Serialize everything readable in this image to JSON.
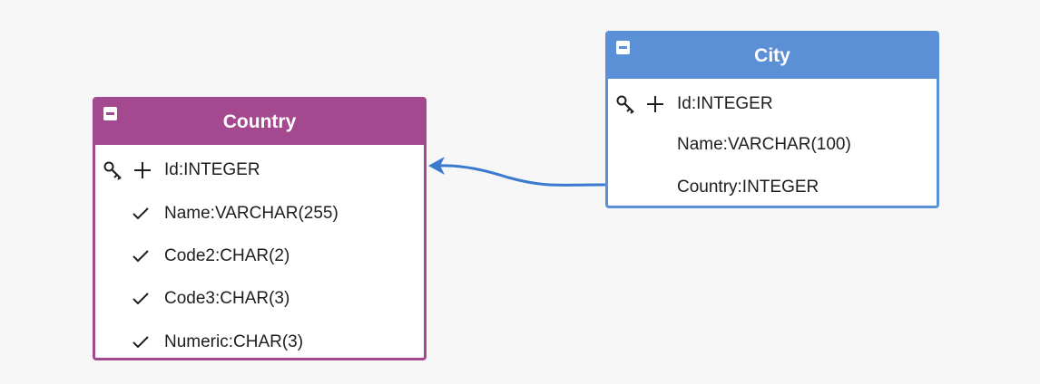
{
  "diagram": {
    "entities": [
      {
        "id": "country",
        "title": "Country",
        "header_color": "#a4498f",
        "fields": [
          {
            "label": "Id:INTEGER",
            "icon": "key-plus"
          },
          {
            "label": "Name:VARCHAR(255)",
            "icon": "check"
          },
          {
            "label": "Code2:CHAR(2)",
            "icon": "check"
          },
          {
            "label": "Code3:CHAR(3)",
            "icon": "check"
          },
          {
            "label": "Numeric:CHAR(3)",
            "icon": "check"
          }
        ]
      },
      {
        "id": "city",
        "title": "City",
        "header_color": "#5b8fd6",
        "fields": [
          {
            "label": "Id:INTEGER",
            "icon": "key-plus"
          },
          {
            "label": "Name:VARCHAR(100)",
            "icon": "none"
          },
          {
            "label": "Country:INTEGER",
            "icon": "none"
          }
        ]
      }
    ],
    "relationships": [
      {
        "from": "City.Country",
        "to": "Country.Id",
        "color": "#3c7ad0"
      }
    ],
    "background_color": "#f7f7f7"
  }
}
